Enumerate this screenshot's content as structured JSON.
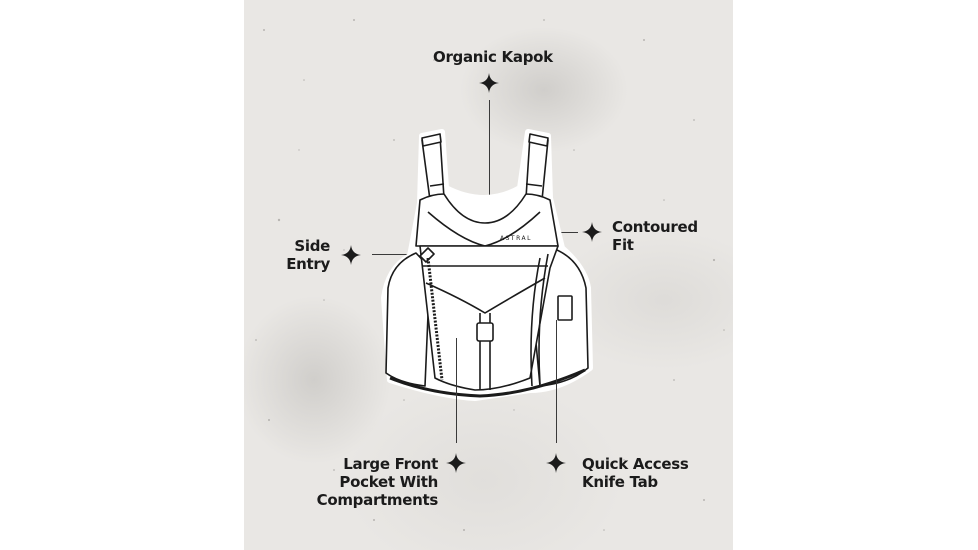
{
  "image": {
    "description": "Annotated line illustration of an Astral life vest (PFD) on a textured grey paper background",
    "background_color": "#e9e7e4",
    "text_color": "#1b1b1b",
    "vest_brand_text": "ASTRAL"
  },
  "callouts": [
    {
      "id": "organic-kapok",
      "lines": [
        "Organic Kapok"
      ]
    },
    {
      "id": "contoured-fit",
      "lines": [
        "Contoured",
        "Fit"
      ]
    },
    {
      "id": "side-entry",
      "lines": [
        "Side",
        "Entry"
      ]
    },
    {
      "id": "large-front-pocket",
      "lines": [
        "Large Front",
        "Pocket With",
        "Compartments"
      ]
    },
    {
      "id": "quick-access-knife-tab",
      "lines": [
        "Quick Access",
        "Knife Tab"
      ]
    }
  ]
}
